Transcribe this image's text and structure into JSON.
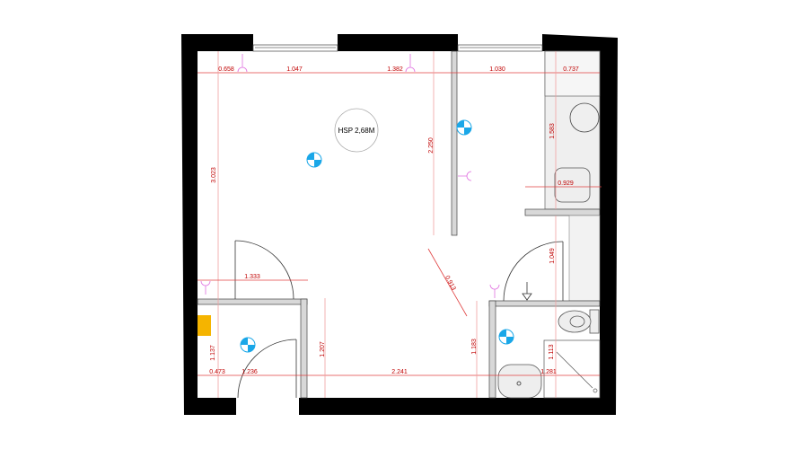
{
  "plan": {
    "ceiling_height_label": "HSP 2,68M",
    "dimensions": [
      "0.658",
      "1.047",
      "1.382",
      "1.030",
      "0.737",
      "3.023",
      "2.250",
      "1.583",
      "0.929",
      "1.333",
      "1.049",
      "0.913",
      "1.137",
      "0.473",
      "1.236",
      "2.241",
      "1.281",
      "1.207",
      "1.183",
      "1.113"
    ],
    "colors": {
      "dimension": "#c00000",
      "wall": "#000000",
      "electrical": "#1aa7e8",
      "plumbing": "#e070e0",
      "meter": "#f5b400"
    }
  }
}
